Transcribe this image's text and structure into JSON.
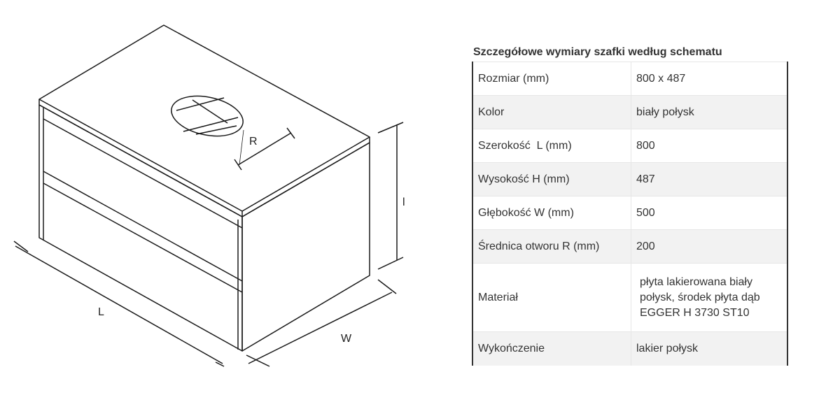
{
  "diagram": {
    "labels": {
      "L": "L",
      "W": "W",
      "H": "l",
      "R": "R"
    }
  },
  "table": {
    "title": "Szczegółowe wymiary szafki według schematu",
    "rows": [
      {
        "label": "Rozmiar (mm)",
        "value": "800 x 487"
      },
      {
        "label": "Kolor",
        "value": "biały połysk"
      },
      {
        "label": "Szerokość  L (mm)",
        "value": "800"
      },
      {
        "label": "Wysokość H (mm)",
        "value": "487"
      },
      {
        "label": "Głębokość W (mm)",
        "value": "500"
      },
      {
        "label": "Średnica otworu R (mm)",
        "value": "200"
      },
      {
        "label": "Materiał",
        "value": "płyta lakierowana biały połysk, środek płyta dąb EGGER H 3730 ST10"
      },
      {
        "label": "Wykończenie",
        "value": "lakier połysk"
      }
    ]
  }
}
